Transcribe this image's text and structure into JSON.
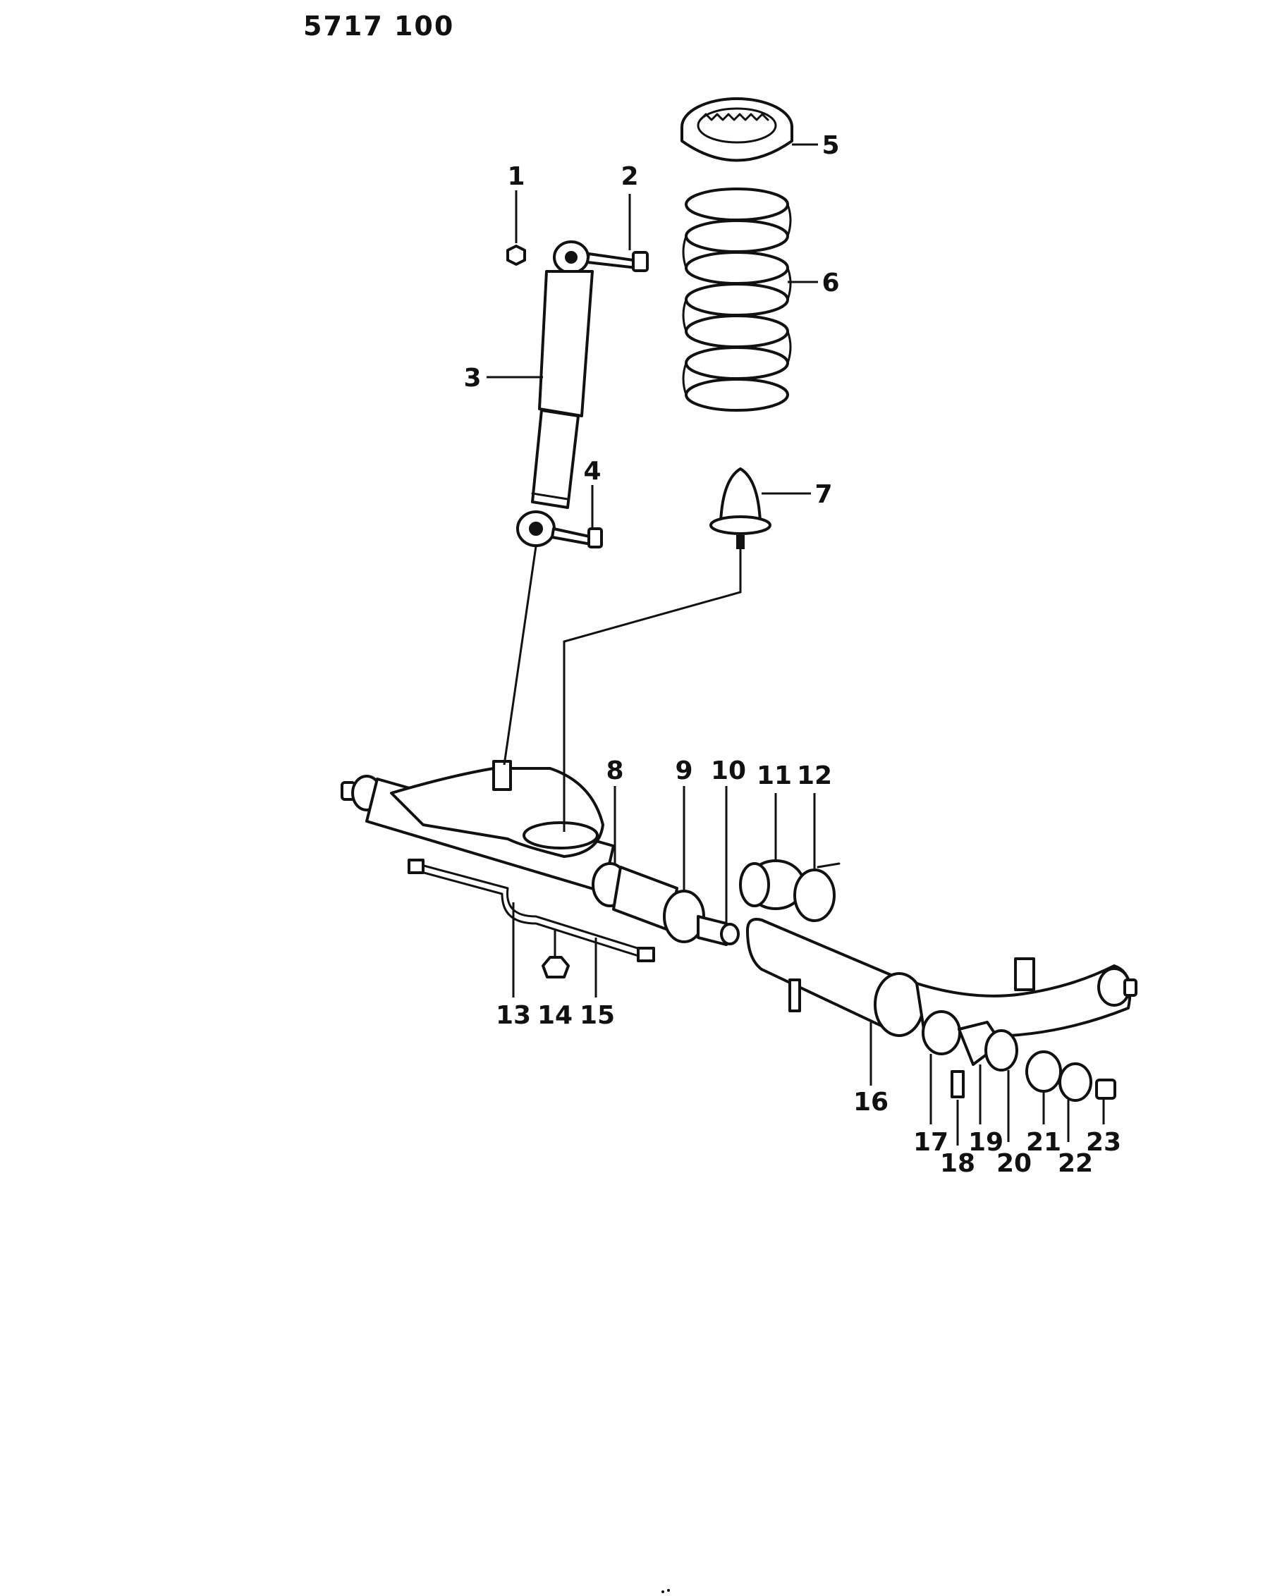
{
  "diagram": {
    "code": "5717 100",
    "callouts": {
      "c1": "1",
      "c2": "2",
      "c3": "3",
      "c4": "4",
      "c5": "5",
      "c6": "6",
      "c7": "7",
      "c8": "8",
      "c9": "9",
      "c10": "10",
      "c11": "11",
      "c12": "12",
      "c13": "13",
      "c14": "14",
      "c15": "15",
      "c16": "16",
      "c17": "17",
      "c18": "18",
      "c19": "19",
      "c20": "20",
      "c21": "21",
      "c22": "22",
      "c23": "23"
    },
    "parts": {
      "nut_top": "nut-icon",
      "bolt_top": "bolt-icon",
      "shock_absorber": "shock-absorber-icon",
      "bolt_bottom": "bolt-icon",
      "spring_seat": "spring-seat-icon",
      "coil_spring": "coil-spring-icon",
      "bump_stopper": "bump-stopper-icon",
      "axle_beam": "axle-beam-icon",
      "stabilizer_bar": "stabilizer-bar-icon",
      "bushings": "bushing-icon",
      "washers": "washer-icon"
    },
    "colors": {
      "ink": "#111111",
      "paper": "#ffffff"
    }
  }
}
